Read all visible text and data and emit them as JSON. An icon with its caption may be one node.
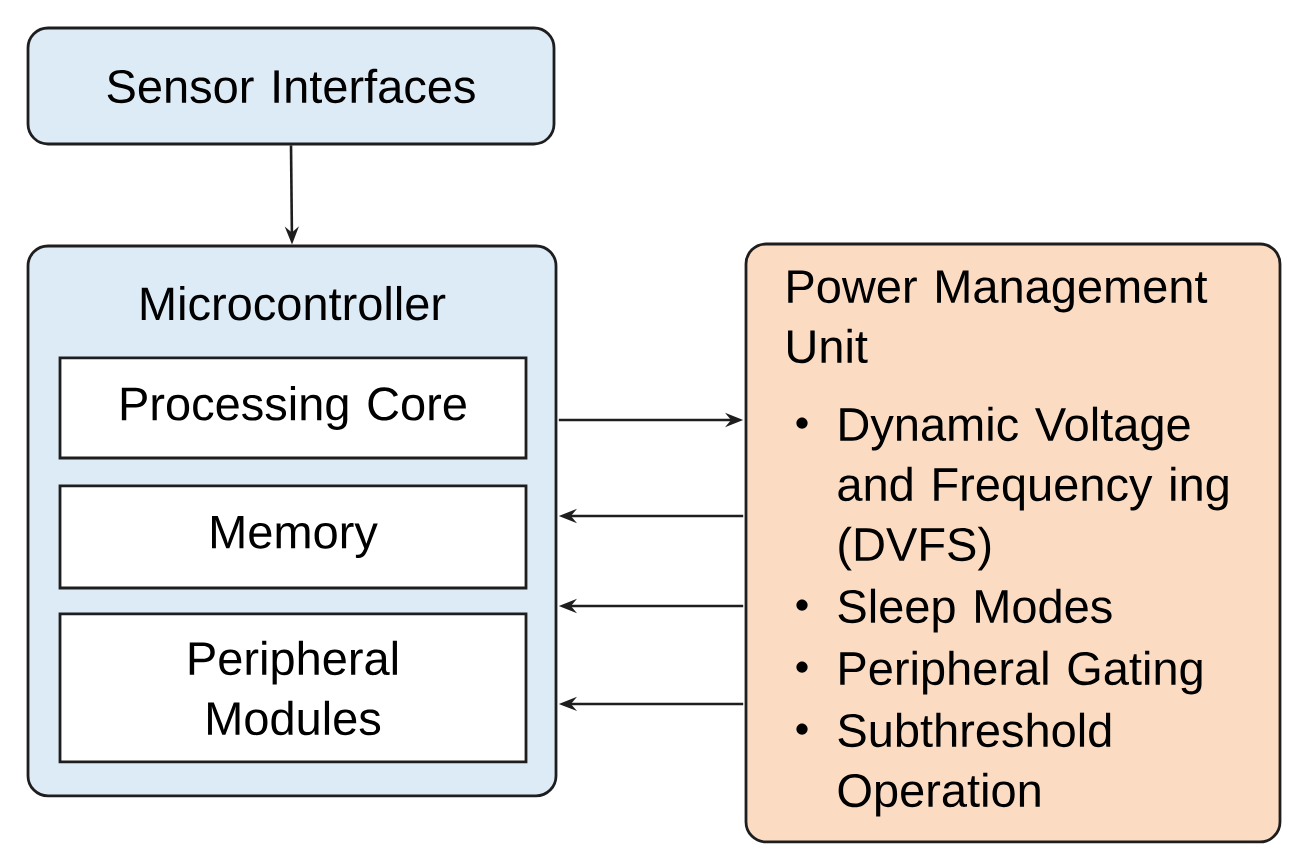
{
  "diagram": {
    "nodes": [
      {
        "text": [
          "Sensor Interfaces"
        ]
      },
      {
        "text": [
          "Microcontroller"
        ]
      },
      {
        "text": [
          "Processing Core"
        ],
        "in": 1
      },
      {
        "text": [
          "Memory"
        ],
        "in": 1
      },
      {
        "text": [
          "Peripheral Modules"
        ],
        "in": 1
      },
      {
        "text": [
          "Power Management Unit",
          "Dynamic Voltage and Frequency ing (DVFS)",
          "Sleep Modes",
          "Peripheral Gating",
          "Subthreshold Operation"
        ]
      }
    ],
    "edges": [
      {
        "from": 0,
        "to": 1,
        "arrow": "to"
      },
      {
        "from": 1,
        "to": 5,
        "arrow": "to"
      },
      {
        "from": 5,
        "to": 1,
        "arrow": "to"
      },
      {
        "from": 5,
        "to": 1,
        "arrow": "to"
      },
      {
        "from": 5,
        "to": 1,
        "arrow": "to"
      }
    ]
  }
}
